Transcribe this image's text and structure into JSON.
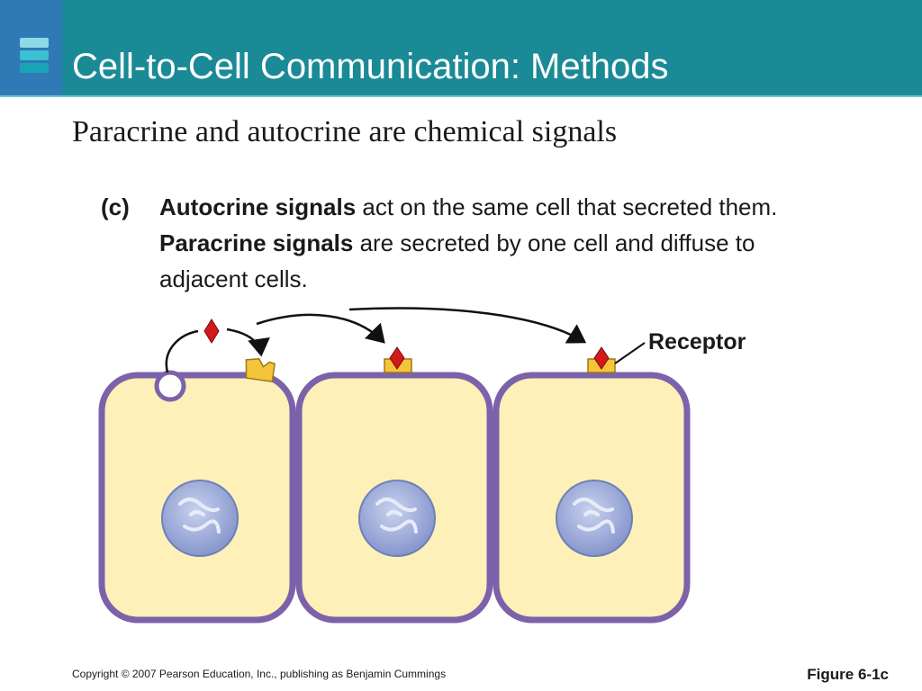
{
  "slide": {
    "title": "Cell-to-Cell Communication: Methods",
    "subtitle": "Paracrine and autocrine are chemical signals"
  },
  "caption": {
    "letter": "(c)",
    "term1": "Autocrine signals",
    "text1": " act on the same cell that secreted them. ",
    "term2": "Paracrine signals",
    "text2": " are secreted by one cell and diffuse to adjacent cells."
  },
  "diagram": {
    "receptor_label": "Receptor",
    "cell_count": 3
  },
  "footer": {
    "copyright": "Copyright © 2007 Pearson Education, Inc., publishing as Benjamin Cummings",
    "figure": "Figure 6-1c"
  },
  "colors": {
    "header": "#1a8a96",
    "side_block": "#2f79b5",
    "cell_fill": "#fdf0b8",
    "cell_border": "#7b62aa",
    "nucleus": "#9aa9d8",
    "signal": "#d11a1a",
    "receptor": "#f6c43a"
  }
}
